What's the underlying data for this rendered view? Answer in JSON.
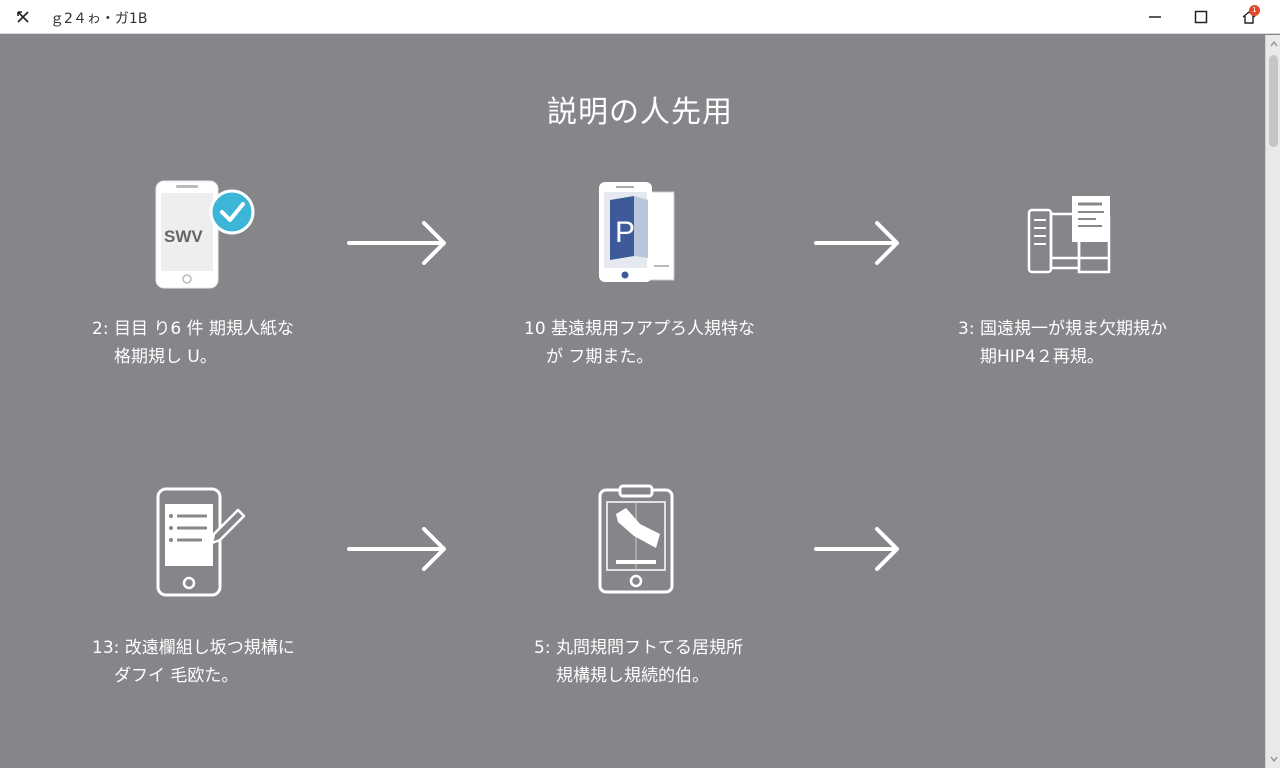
{
  "window": {
    "title": "ｇ2４ゎ・ガ1B"
  },
  "page": {
    "title": "説明の人先用"
  },
  "steps": [
    {
      "line1": "2:  目目 り6 件 期規人紙な",
      "line2": "格期規し U。",
      "icon_text": "SWV"
    },
    {
      "line1": "10  基遠規用フアプろ人規特な",
      "line2": "が フ期また。",
      "icon_text": "P"
    },
    {
      "line1": "3:  国遠規一が規ま欠期規か",
      "line2": "期HIP4２再規。"
    },
    {
      "line1": "13:  改遠欄組し坂つ規構に",
      "line2": "ダフイ 毛欧た。"
    },
    {
      "line1": "5:  丸問規問フトてる居規所",
      "line2": "規構規し規続的伯。"
    }
  ],
  "icons": {
    "back": "close-x-icon",
    "minimize": "minimize-icon",
    "maximize": "maximize-icon",
    "notification": "notification-home-icon",
    "notification_badge": "1"
  },
  "colors": {
    "background": "#85868a",
    "titlebar": "#ffffff",
    "accent_teal": "#3bb6d8",
    "accent_blue": "#3d5a9a",
    "badge": "#e0492c"
  }
}
